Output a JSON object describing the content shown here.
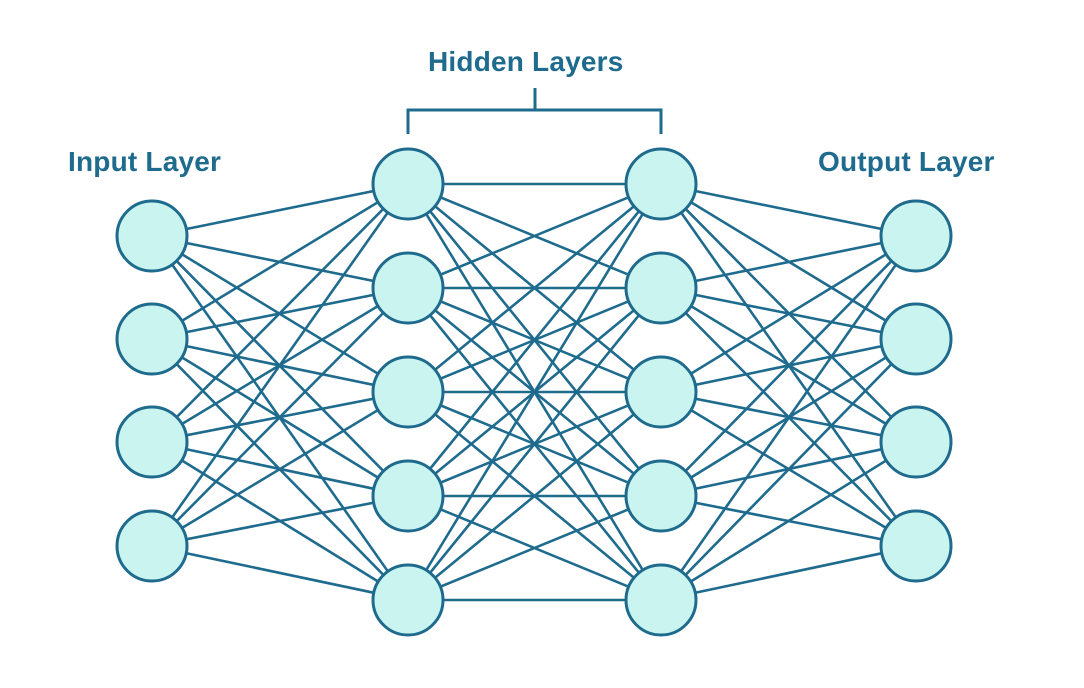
{
  "labels": {
    "input": "Input Layer",
    "hidden": "Hidden Layers",
    "output": "Output Layer"
  },
  "network": {
    "layers": [
      {
        "name": "input",
        "nodes": 4
      },
      {
        "name": "hidden-1",
        "nodes": 5
      },
      {
        "name": "hidden-2",
        "nodes": 5
      },
      {
        "name": "output",
        "nodes": 4
      }
    ],
    "connectivity": "fully-connected"
  },
  "colors": {
    "node_fill": "#c9f4ef",
    "node_stroke": "#1f6b8e",
    "edge": "#1f6b8e",
    "label": "#1f6b8e",
    "background": "#ffffff"
  }
}
